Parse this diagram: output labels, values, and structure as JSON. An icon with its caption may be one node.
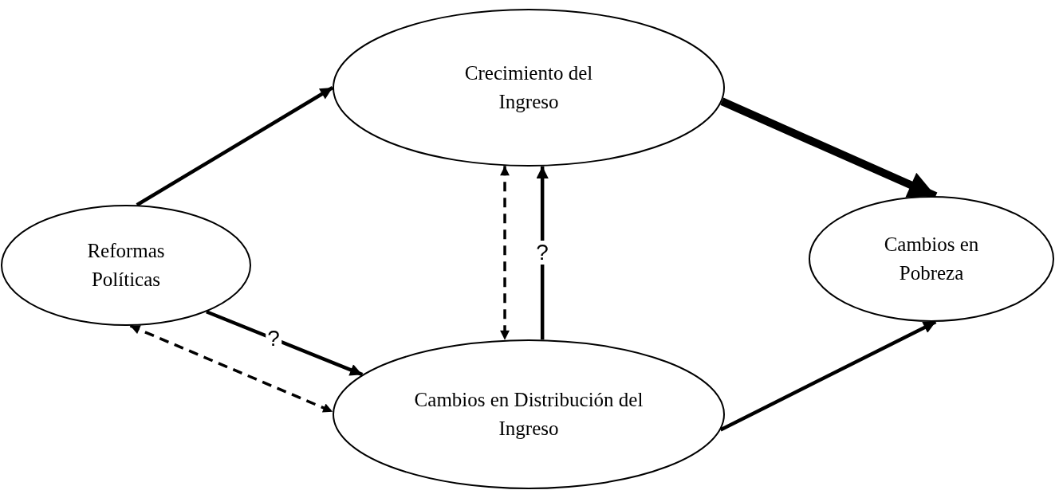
{
  "diagram": {
    "nodes": [
      {
        "text": [
          "Reformas Políticas"
        ]
      },
      {
        "text": [
          "Crecimiento del Ingreso"
        ]
      },
      {
        "text": [
          "Cambios en Pobreza"
        ]
      },
      {
        "text": [
          "Cambios en Distribución del Ingreso"
        ]
      }
    ],
    "edges": [
      {
        "from": 0,
        "to": 1,
        "arrow": "to"
      },
      {
        "from": 1,
        "to": 2,
        "arrow": "to",
        "style": "thick"
      },
      {
        "from": 3,
        "to": 2,
        "arrow": "to"
      },
      {
        "from": 0,
        "to": 3,
        "arrow": "to",
        "label": "?"
      },
      {
        "from": 0,
        "to": 3,
        "arrow": "both",
        "style": "dashed"
      },
      {
        "from": 1,
        "to": 3,
        "arrow": "both",
        "style": "dashed"
      },
      {
        "from": 3,
        "to": 1,
        "arrow": "to",
        "label": "?"
      }
    ]
  }
}
